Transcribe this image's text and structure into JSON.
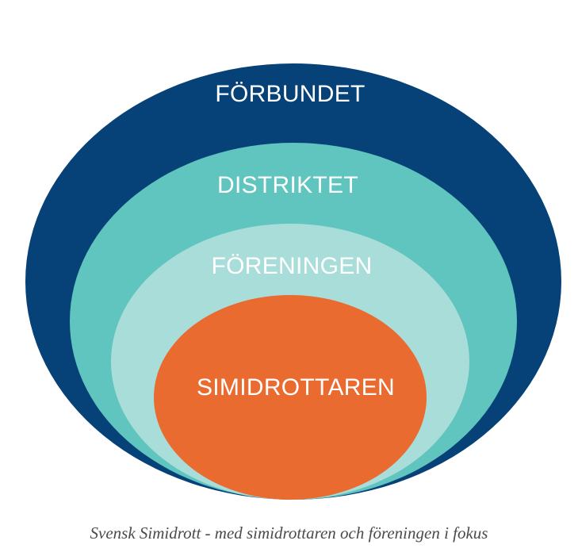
{
  "diagram": {
    "rings": [
      {
        "id": "forbundet",
        "label": "FÖRBUNDET",
        "color": "#064178"
      },
      {
        "id": "distriktet",
        "label": "DISTRIKTET",
        "color": "#5fc5be"
      },
      {
        "id": "foreningen",
        "label": "FÖRENINGEN",
        "color": "#a9ddd9"
      },
      {
        "id": "simidrottaren",
        "label": "SIMIDROTTAREN",
        "color": "#e96b30"
      }
    ]
  },
  "caption": "Svensk Simidrott - med simidrottaren och föreningen i fokus"
}
